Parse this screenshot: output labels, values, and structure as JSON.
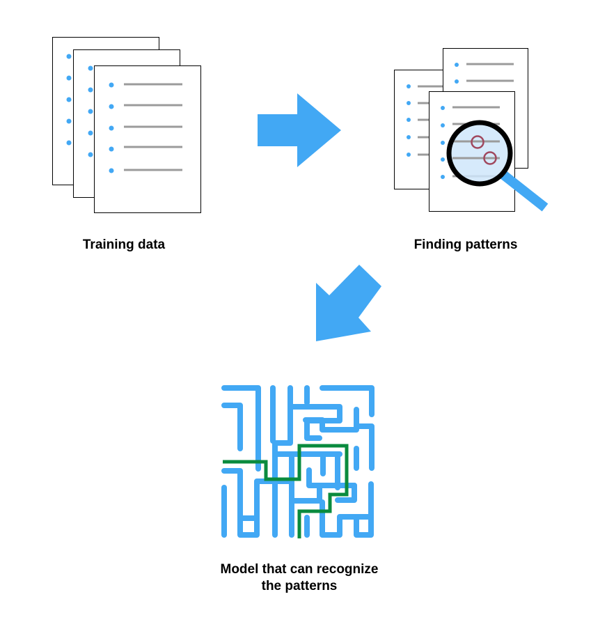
{
  "labels": {
    "training": "Training data",
    "finding": "Finding patterns",
    "model_line1": "Model that can recognize",
    "model_line2": "the patterns"
  },
  "colors": {
    "arrow": "#42a8f4",
    "bullet": "#42a8f4",
    "line": "#9b9b9b",
    "lens_fill": "#cfe6fa",
    "lens_ring": "#000000",
    "handle": "#42a8f4",
    "highlight": "#a0485e",
    "maze": "#42a8f4",
    "path": "#0a8b3e"
  },
  "icons": [
    "document-stack-icon",
    "magnifying-glass-icon",
    "maze-icon",
    "arrow-right-icon",
    "arrow-down-left-icon"
  ]
}
